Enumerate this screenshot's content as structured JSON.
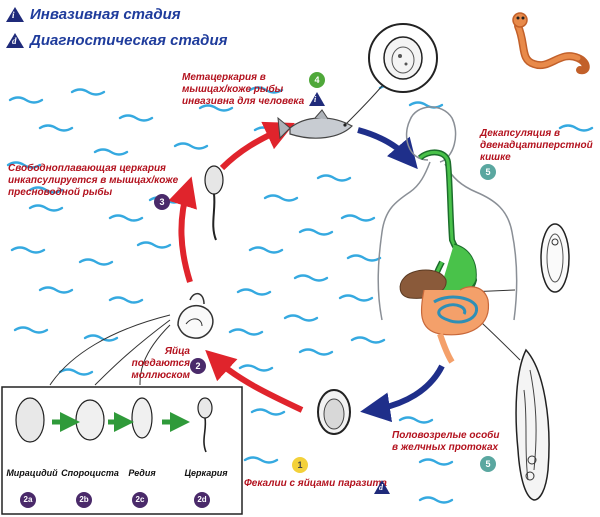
{
  "legend": {
    "infective": {
      "letter": "i",
      "text": "Инвазивная стадия"
    },
    "diagnostic": {
      "letter": "d",
      "text": "Диагностическая стадия"
    }
  },
  "labels": {
    "metacercaria": [
      "Метацеркария в",
      "мышцах/коже рыбы",
      "инвазивна для человека"
    ],
    "excystation": [
      "Декапсуляция в",
      "двенадцатиперстной",
      "кишке"
    ],
    "cercaria": [
      "Свободноплавающая церкария",
      "инкапсулируется в мышцах/коже",
      "пресноводной рыбы"
    ],
    "eggs_eaten": [
      "Яйца",
      "поедаются",
      "моллюском"
    ],
    "adults": [
      "Половозрелые особи",
      "в желчных протоках"
    ],
    "feces": "Фекалии с яйцами паразита"
  },
  "badges": {
    "b1": "1",
    "b2": "2",
    "b3": "3",
    "b4": "4",
    "b5a": "5",
    "b5b": "5",
    "b2a": "2a",
    "b2b": "2b",
    "b2c": "2c",
    "b2d": "2d",
    "infective_letter": "i",
    "diagnostic_letter": "d"
  },
  "colors": {
    "green": "#4fa83a",
    "purple": "#4a2a6a",
    "teal": "#5aa7a0",
    "yellow": "#f3d13a",
    "arrow_red": "#e0242c",
    "arrow_blue": "#1f2f8a",
    "water": "#35a9e0",
    "label_red": "#b3121e",
    "legend_blue": "#1f3c9c"
  },
  "sub_stages": [
    "Мирацидий",
    "Спороциста",
    "Редия",
    "Церкария"
  ]
}
